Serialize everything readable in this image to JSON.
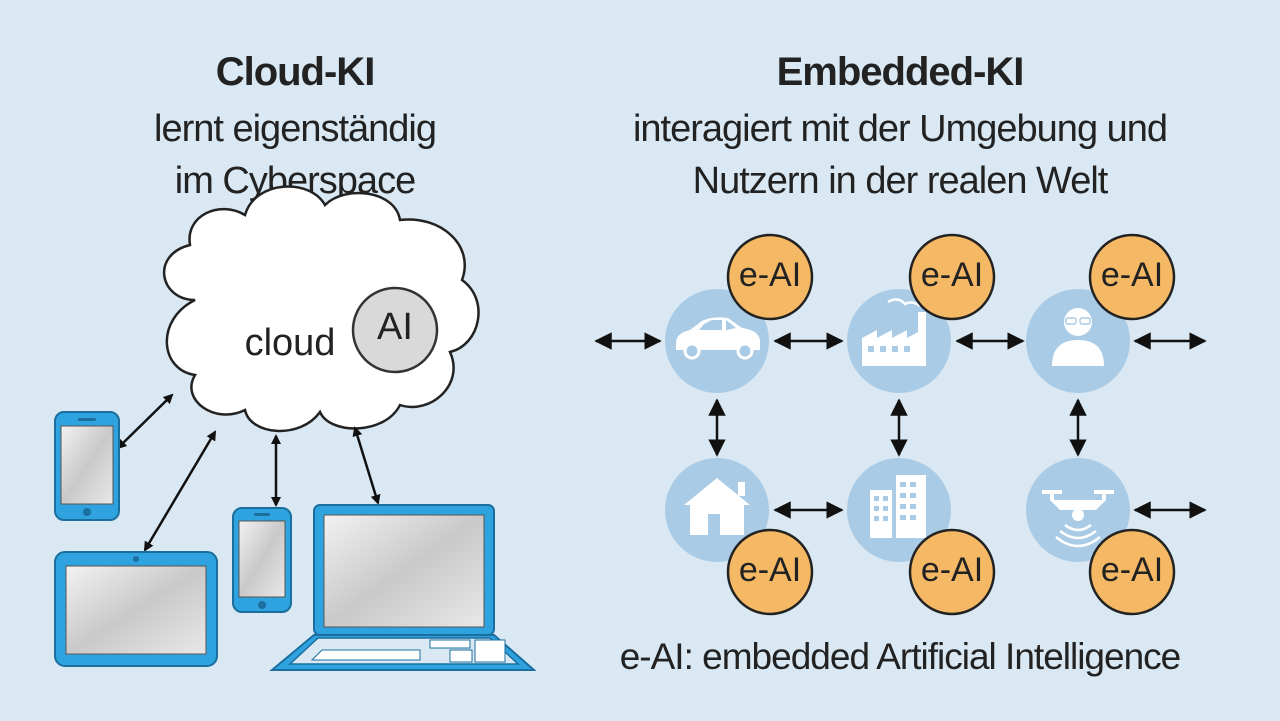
{
  "left": {
    "title": "Cloud-KI",
    "subtitle_line1": "lernt eigenständig",
    "subtitle_line2": "im Cyberspace",
    "cloud_label": "cloud",
    "ai_badge": "AI"
  },
  "right": {
    "title": "Embedded-KI",
    "subtitle_line1": "interagiert mit der Umgebung und",
    "subtitle_line2": "Nutzern in der realen Welt",
    "nodes": [
      {
        "icon": "car-icon",
        "badge": "e-AI"
      },
      {
        "icon": "factory-icon",
        "badge": "e-AI"
      },
      {
        "icon": "person-icon",
        "badge": "e-AI"
      },
      {
        "icon": "house-icon",
        "badge": "e-AI"
      },
      {
        "icon": "building-icon",
        "badge": "e-AI"
      },
      {
        "icon": "drone-icon",
        "badge": "e-AI"
      }
    ],
    "footer": "e-AI: embedded Artificial Intelligence"
  },
  "colors": {
    "background": "#d9e8f3",
    "node_circle": "#a9cbe6",
    "badge_fill": "#f5b865",
    "device_blue": "#2fa3df",
    "cloud_fill": "#ffffff",
    "ai_circle": "#d9d9d9"
  }
}
